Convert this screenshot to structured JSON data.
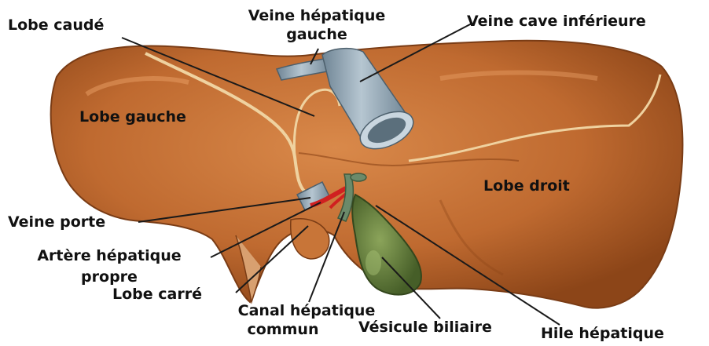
{
  "figure": {
    "colors": {
      "liver": "#bf6a30",
      "liver_highlight": "#d9894a",
      "liver_shadow": "#8c4518",
      "vein": "#8fa4b3",
      "gallbladder": "#5e7a3a",
      "artery": "#d02020",
      "ligament": "#efd2a0",
      "label_text": "#111111",
      "leader_line": "#1a1a1a"
    },
    "labels": {
      "lobe_caude": "Lobe caudé",
      "veine_hepatique_gauche_1": "Veine hépatique",
      "veine_hepatique_gauche_2": "gauche",
      "veine_cave_inferieure": "Veine cave inférieure",
      "lobe_gauche": "Lobe gauche",
      "lobe_droit": "Lobe droit",
      "veine_porte": "Veine porte",
      "artere_hepatique_1": "Artère hépatique",
      "artere_hepatique_2": "propre",
      "lobe_carre": "Lobe carré",
      "canal_hepatique_1": "Canal hépatique",
      "canal_hepatique_2": "commun",
      "vesicule_biliaire": "Vésicule biliaire",
      "hile_hepatique": "Hile hépatique"
    }
  }
}
